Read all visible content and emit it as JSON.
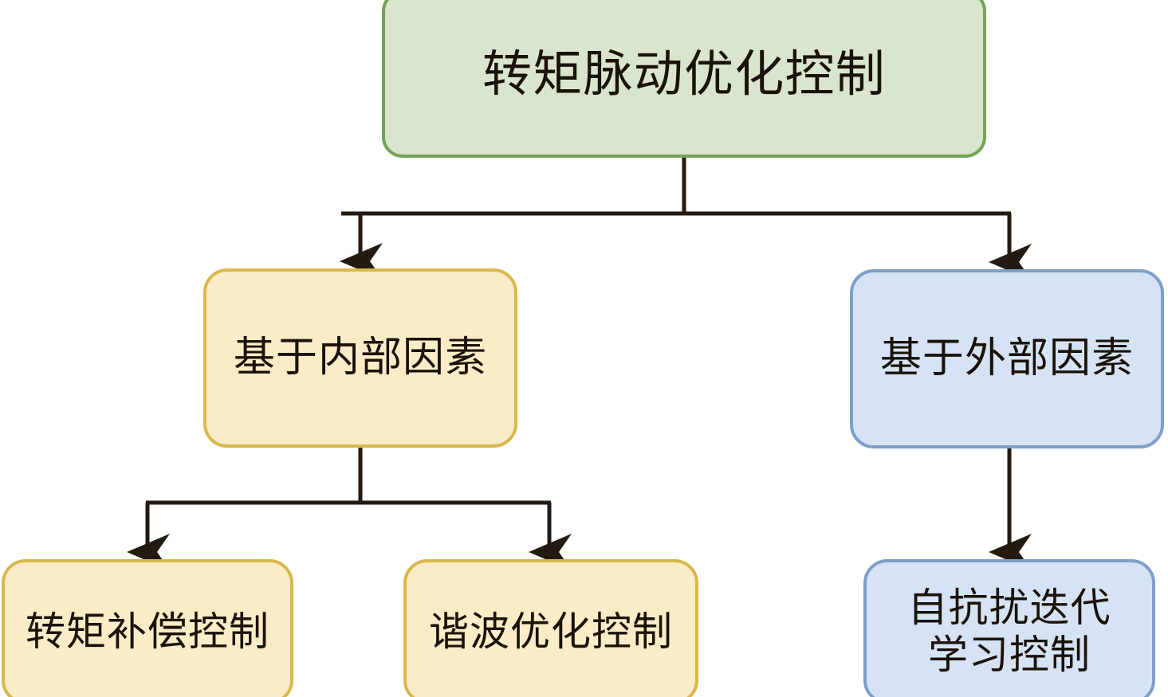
{
  "diagram": {
    "title_text": "转矩脉动优化控制",
    "type": "tree-flowchart",
    "orientation": "top-down",
    "colors": {
      "root_fill": "#d9e6cd",
      "root_stroke": "#74a355",
      "internal_fill": "#fbecc8",
      "internal_stroke": "#d9b84b",
      "external_fill": "#d6e3f4",
      "external_stroke": "#7d9fc9",
      "connector": "#231a11",
      "text": "#1a1208",
      "background": "#ffffff"
    },
    "nodes": {
      "root": {
        "label": "转矩脉动优化控制",
        "category": "root"
      },
      "internal_factors": {
        "label": "基于内部因素",
        "category": "internal"
      },
      "external_factors": {
        "label": "基于外部因素",
        "category": "external"
      },
      "torque_compensation": {
        "label": "转矩补偿控制",
        "category": "internal-leaf"
      },
      "harmonic_optimization": {
        "label": "谐波优化控制",
        "category": "internal-leaf"
      },
      "adrc_iterative_learning": {
        "label": "自抗扰迭代\n学习控制",
        "category": "external-leaf"
      }
    },
    "edges": [
      {
        "from": "root",
        "to": "internal_factors"
      },
      {
        "from": "root",
        "to": "external_factors"
      },
      {
        "from": "internal_factors",
        "to": "torque_compensation"
      },
      {
        "from": "internal_factors",
        "to": "harmonic_optimization"
      },
      {
        "from": "external_factors",
        "to": "adrc_iterative_learning"
      }
    ]
  }
}
